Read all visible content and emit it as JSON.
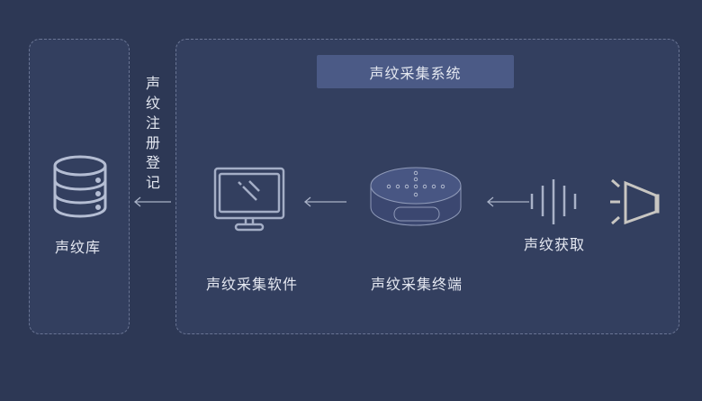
{
  "system_title": "声纹采集系统",
  "database_label": "声纹库",
  "registration_label": "声纹注册登记",
  "software_label": "声纹采集软件",
  "terminal_label": "声纹采集终端",
  "acquisition_label": "声纹获取",
  "colors": {
    "background": "#2d3855",
    "panel": "#333f5f",
    "title_box": "#4b5a86",
    "icon": "#b4bdd3",
    "speaker": "#c8c6c2"
  }
}
